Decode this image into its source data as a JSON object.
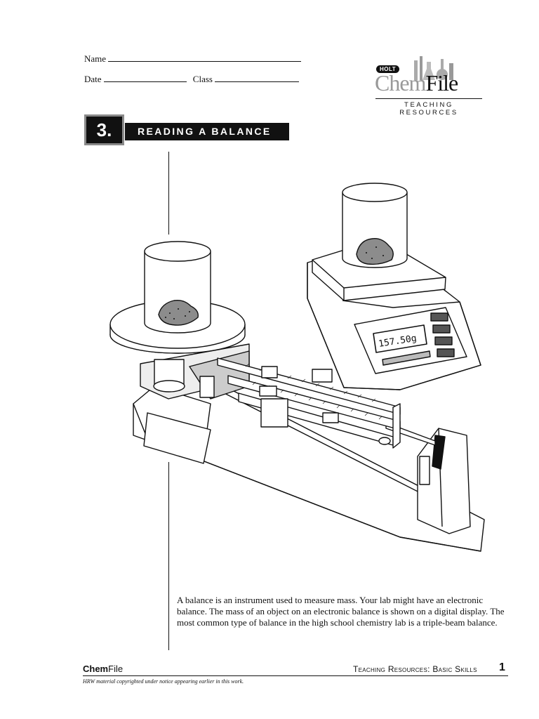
{
  "header": {
    "name_label": "Name",
    "date_label": "Date",
    "class_label": "Class"
  },
  "logo": {
    "badge": "HOLT",
    "brand_chem": "Chem",
    "brand_file": "File",
    "tagline": "TEACHING RESOURCES"
  },
  "section": {
    "number": "3.",
    "title": "READING A BALANCE"
  },
  "illustration": {
    "display_readout": "157.50g"
  },
  "body_text": "A balance is an instrument used to measure mass. Your lab might have an electronic balance. The mass of an object on an electronic balance is shown on a digital display. The most common type of balance in the high school chemistry lab is a triple-beam balance.",
  "footer": {
    "brand_chem": "Chem",
    "brand_file": "File",
    "section_label": "Teaching Resources: Basic Skills",
    "page_number": "1",
    "copyright": "HRW material copyrighted under notice appearing earlier in this work."
  },
  "colors": {
    "ink": "#111111",
    "logo_gray": "#999999",
    "sample_gray": "#8c8c8c"
  }
}
